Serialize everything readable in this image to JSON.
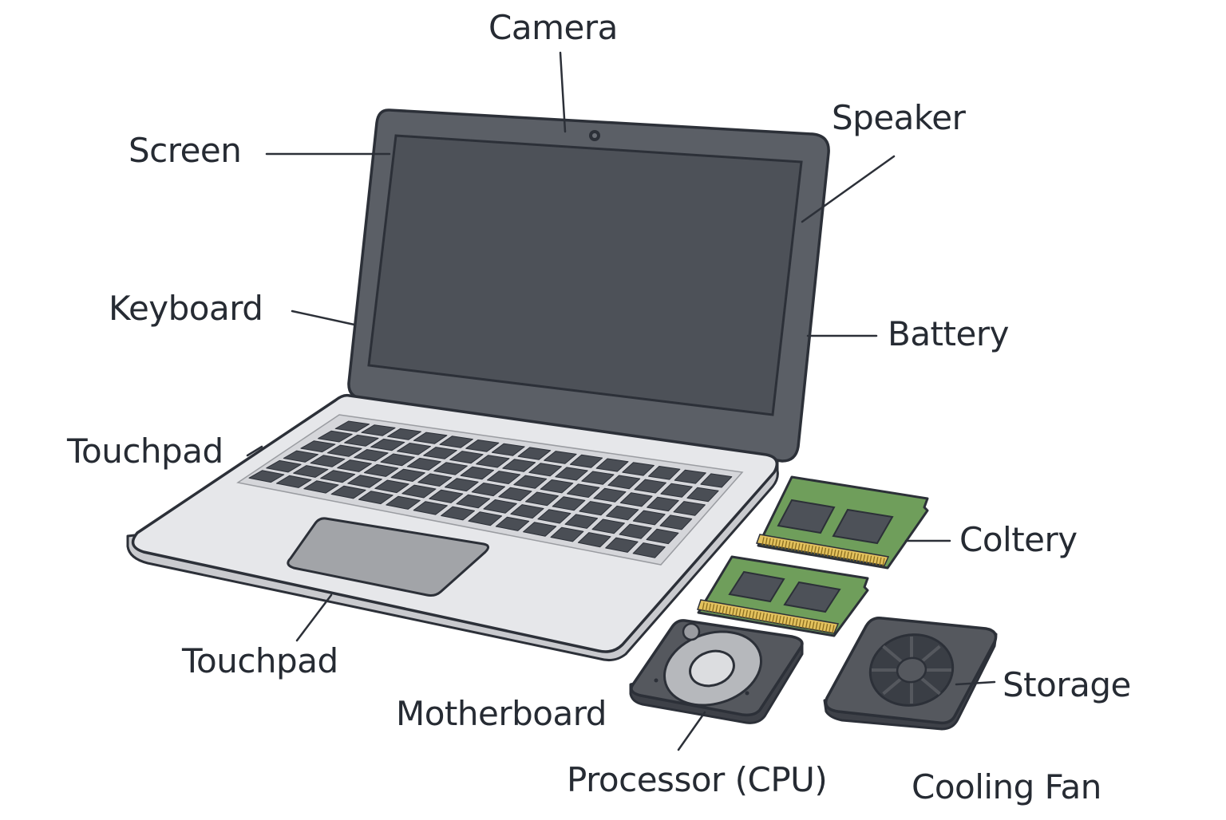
{
  "labels": {
    "camera": "Camera",
    "screen": "Screen",
    "speaker": "Speaker",
    "keyboard": "Keyboard",
    "battery": "Battery",
    "touchpad_top": "Touchpad",
    "coltery": "Coltery",
    "touchpad_bottom": "Touchpad",
    "motherboard": "Motherboard",
    "storage": "Storage",
    "processor": "Processor (CPU)",
    "cooling_fan": "Cooling Fan"
  },
  "colors": {
    "outline": "#2c3038",
    "bezel": "#5b5f66",
    "display": "#4d5158",
    "chassis": "#d9dadd",
    "chassis_top": "#e6e7ea",
    "key": "#4a4e55",
    "touchpad": "#a2a4a8",
    "pcb": "#6f9e5b",
    "chip": "#4d5158",
    "gold": "#e3c25e",
    "part_dark": "#55585e",
    "text": "#262b33"
  }
}
